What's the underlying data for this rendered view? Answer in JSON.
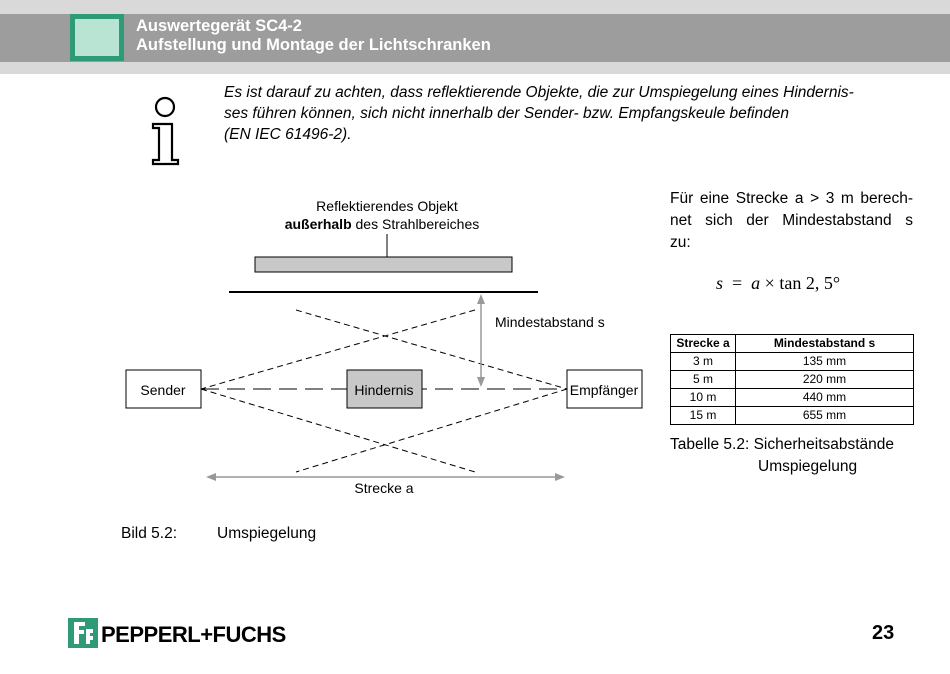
{
  "header": {
    "title_line1": "Auswertegerät SC4-2",
    "title_line2": "Aufstellung und Montage der Lichtschranken",
    "accent_color": "#2f9a78"
  },
  "note": {
    "icon": "info-icon",
    "lines": [
      "Es ist darauf zu achten, dass reflektierende Objekte, die zur Umspiegelung eines Hindernis-",
      "ses führen können, sich nicht innerhalb der Sender- bzw. Empfangskeule befinden",
      "(EN IEC 61496-2)."
    ]
  },
  "diagram": {
    "object_label_line1": "Reflektierendes Objekt",
    "object_label_bold": "außerhalb",
    "object_label_rest": " des Strahlbereiches",
    "distance_label": "Mindestabstand s",
    "sender": "Sender",
    "obstacle": "Hindernis",
    "receiver": "Empfänger",
    "span_label": "Strecke a"
  },
  "side_text": {
    "lines": [
      "Für eine Strecke a > 3 m berech-",
      "net sich der Mindestabstand s",
      "zu:"
    ]
  },
  "formula": {
    "lhs": "s",
    "eq": "=",
    "a": "a",
    "times": "×",
    "rhs": "tan 2, 5°"
  },
  "table": {
    "headers": [
      "Strecke a",
      "Mindestabstand s"
    ],
    "rows": [
      [
        "3 m",
        "135 mm"
      ],
      [
        "5 m",
        "220 mm"
      ],
      [
        "10 m",
        "440 mm"
      ],
      [
        "15 m",
        "655 mm"
      ]
    ]
  },
  "table_caption": {
    "line1": "Tabelle 5.2: Sicherheitsabstände",
    "line2": "Umspiegelung"
  },
  "figure_caption": {
    "label": "Bild 5.2:",
    "text": "Umspiegelung"
  },
  "footer": {
    "brand": "PEPPERL+FUCHS",
    "page_number": "23"
  }
}
